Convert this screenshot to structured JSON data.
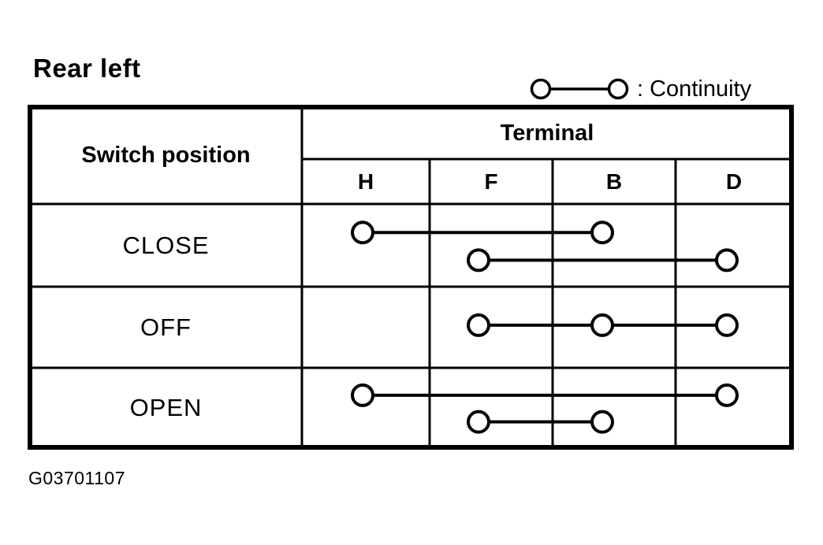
{
  "title": "Rear left",
  "legend": {
    "label": ": Continuity"
  },
  "figure_id": "G03701107",
  "colors": {
    "ink": "#000000",
    "paper": "#ffffff"
  },
  "table": {
    "corner_header": "Switch position",
    "terminal_group_header": "Terminal",
    "terminals": [
      "H",
      "F",
      "B",
      "D"
    ],
    "rows": [
      {
        "label": "CLOSE",
        "connections": [
          {
            "terminals": [
              "H",
              "B"
            ],
            "level": "upper"
          },
          {
            "terminals": [
              "F",
              "D"
            ],
            "level": "lower"
          }
        ]
      },
      {
        "label": "OFF",
        "connections": [
          {
            "terminals": [
              "F",
              "B",
              "D"
            ],
            "level": "middle"
          }
        ]
      },
      {
        "label": "OPEN",
        "connections": [
          {
            "terminals": [
              "H",
              "D"
            ],
            "level": "upper"
          },
          {
            "terminals": [
              "F",
              "B"
            ],
            "level": "lower"
          }
        ]
      }
    ]
  }
}
